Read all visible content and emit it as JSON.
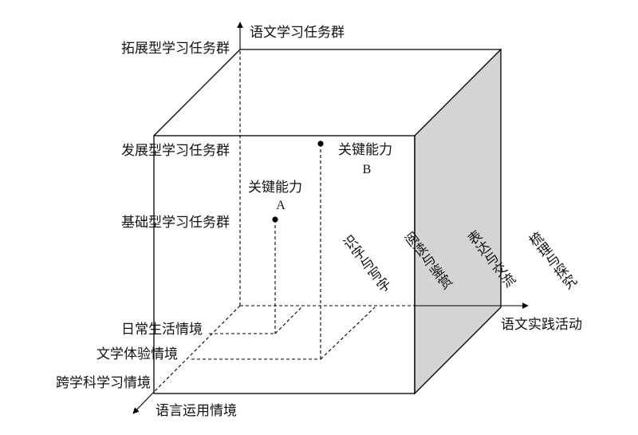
{
  "axes": {
    "vertical": "语文学习任务群",
    "horizontal": "语文实践活动",
    "depth": "语言运用情境"
  },
  "task_groups": [
    "拓展型学习任务群",
    "发展型学习任务群",
    "基础型学习任务群"
  ],
  "contexts": [
    "日常生活情境",
    "文学体验情境",
    "跨学科学习情境"
  ],
  "activities": [
    "识字与写字",
    "阅读与鉴赏",
    "表达与交流",
    "梳理与探究"
  ],
  "points": {
    "a": {
      "label": "关键能力",
      "letter": "A"
    },
    "b": {
      "label": "关键能力",
      "letter": "B"
    }
  },
  "colors": {
    "side_face": "#d4d4d4",
    "line": "#000000"
  }
}
